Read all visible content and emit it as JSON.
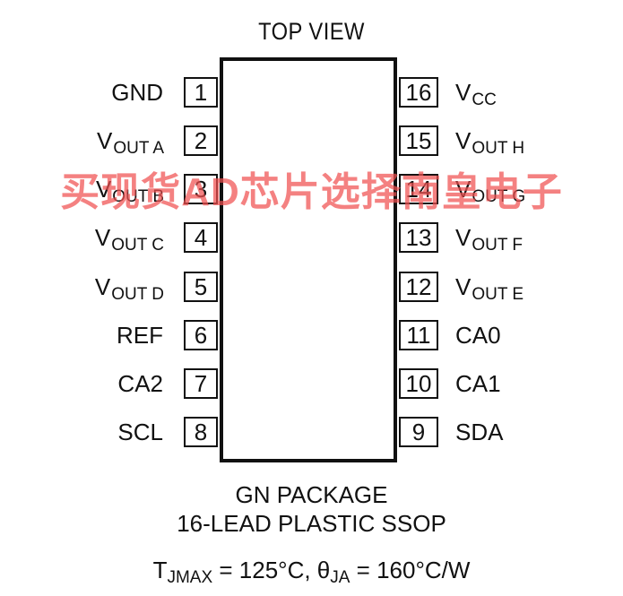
{
  "title": "TOP VIEW",
  "package": {
    "line1": "GN PACKAGE",
    "line2": "16-LEAD PLASTIC SSOP"
  },
  "thermal": {
    "t": "T",
    "t_sub": "JMAX",
    "t_value": " = 125°C, ",
    "theta": "θ",
    "theta_sub": "JA",
    "theta_value": " = 160°C/W"
  },
  "watermark": "买现货AD芯片选择南皇电子",
  "left_pins": [
    {
      "num": "1",
      "main": "GND",
      "sub": ""
    },
    {
      "num": "2",
      "main": "V",
      "sub": "OUT A"
    },
    {
      "num": "3",
      "main": "V",
      "sub": "OUT B"
    },
    {
      "num": "4",
      "main": "V",
      "sub": "OUT C"
    },
    {
      "num": "5",
      "main": "V",
      "sub": "OUT D"
    },
    {
      "num": "6",
      "main": "REF",
      "sub": ""
    },
    {
      "num": "7",
      "main": "CA2",
      "sub": ""
    },
    {
      "num": "8",
      "main": "SCL",
      "sub": ""
    }
  ],
  "right_pins": [
    {
      "num": "16",
      "main": "V",
      "sub": "CC"
    },
    {
      "num": "15",
      "main": "V",
      "sub": "OUT H"
    },
    {
      "num": "14",
      "main": "V",
      "sub": "OUT G"
    },
    {
      "num": "13",
      "main": "V",
      "sub": "OUT F"
    },
    {
      "num": "12",
      "main": "V",
      "sub": "OUT E"
    },
    {
      "num": "11",
      "main": "CA0",
      "sub": ""
    },
    {
      "num": "10",
      "main": "CA1",
      "sub": ""
    },
    {
      "num": "9",
      "main": "SDA",
      "sub": ""
    }
  ]
}
